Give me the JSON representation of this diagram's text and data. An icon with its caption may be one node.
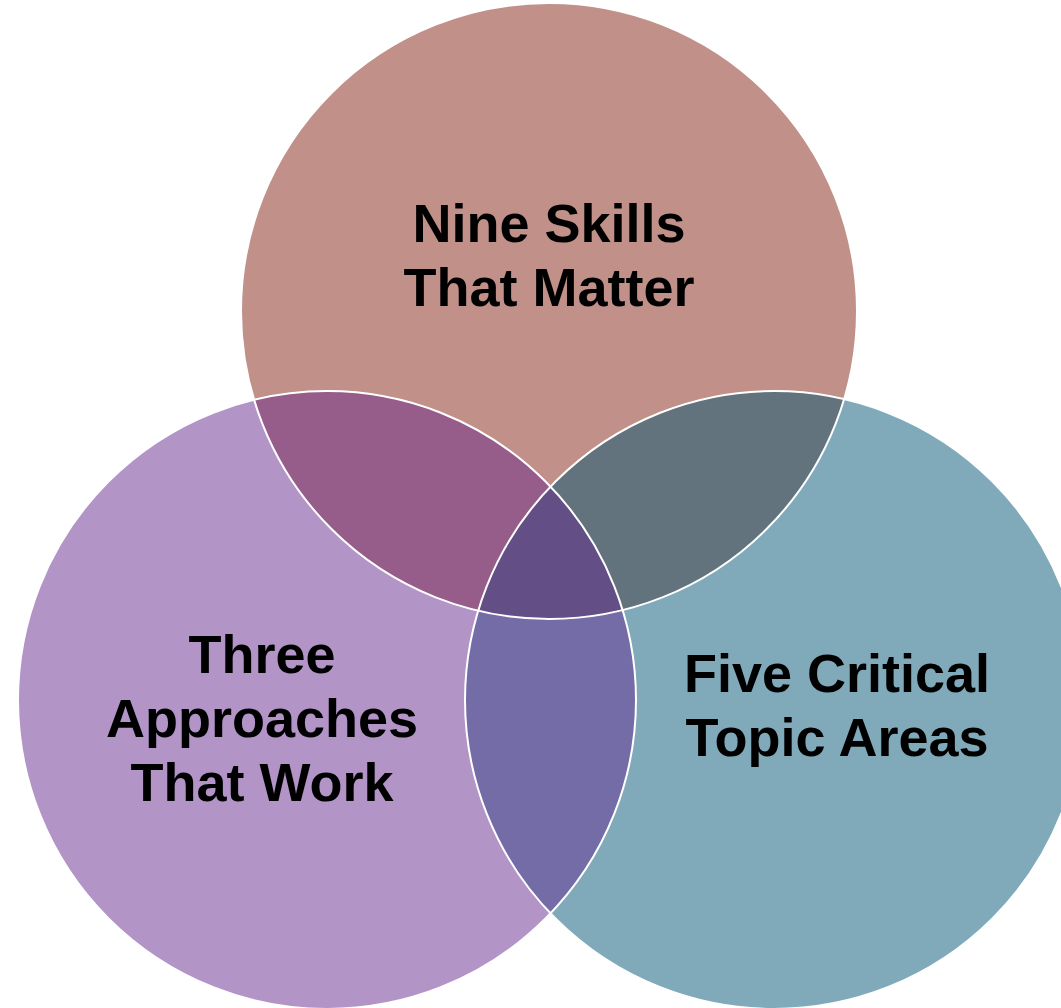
{
  "diagram": {
    "nodes": [
      {
        "text": [
          "Nine Skills That Matter"
        ]
      },
      {
        "text": [
          "Three Approaches That Work"
        ]
      },
      {
        "text": [
          "Five Critical Topic Areas"
        ]
      }
    ]
  }
}
